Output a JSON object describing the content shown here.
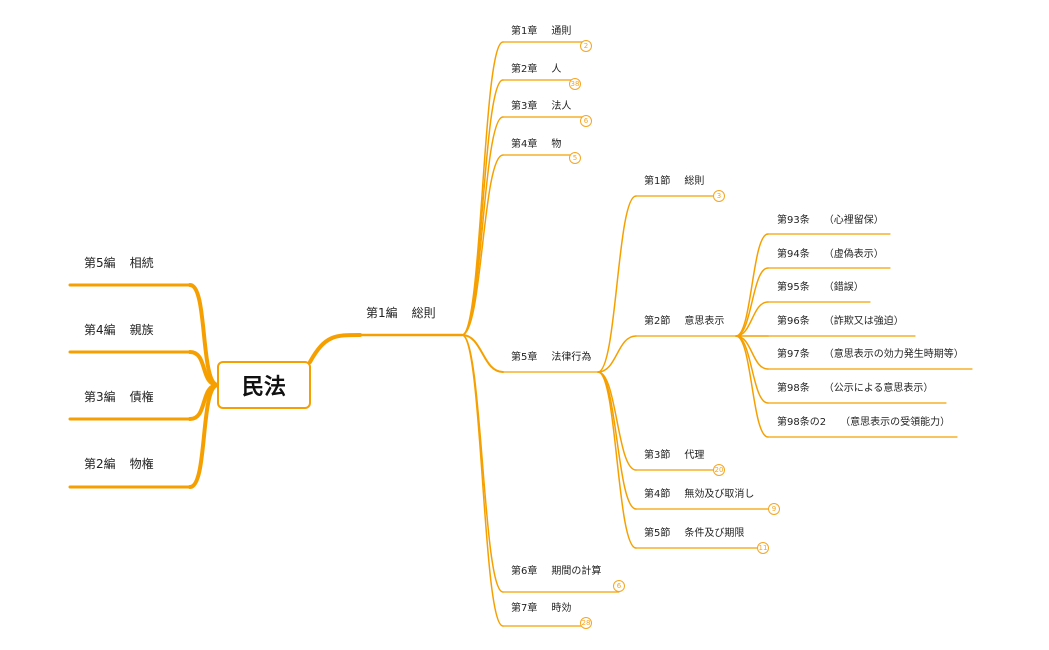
{
  "root": {
    "label": "民法"
  },
  "colors": {
    "branch": "#f5a000",
    "badge": "#f5a623"
  },
  "left_nodes": [
    {
      "label_a": "第5編",
      "label_b": "相続"
    },
    {
      "label_a": "第4編",
      "label_b": "親族"
    },
    {
      "label_a": "第3編",
      "label_b": "債権"
    },
    {
      "label_a": "第2編",
      "label_b": "物権"
    }
  ],
  "book1": {
    "label_a": "第1編",
    "label_b": "総則"
  },
  "chapters": [
    {
      "label_a": "第1章",
      "label_b": "通則",
      "badge": "2"
    },
    {
      "label_a": "第2章",
      "label_b": "人",
      "badge": "38"
    },
    {
      "label_a": "第3章",
      "label_b": "法人",
      "badge": "6"
    },
    {
      "label_a": "第4章",
      "label_b": "物",
      "badge": "5"
    },
    {
      "label_a": "第5章",
      "label_b": "法律行為",
      "badge": ""
    },
    {
      "label_a": "第6章",
      "label_b": "期間の計算",
      "badge": "6"
    },
    {
      "label_a": "第7章",
      "label_b": "時効",
      "badge": "28"
    }
  ],
  "sections": [
    {
      "label_a": "第1節",
      "label_b": "総則",
      "badge": "3"
    },
    {
      "label_a": "第2節",
      "label_b": "意思表示",
      "badge": ""
    },
    {
      "label_a": "第3節",
      "label_b": "代理",
      "badge": "20"
    },
    {
      "label_a": "第4節",
      "label_b": "無効及び取消し",
      "badge": "9"
    },
    {
      "label_a": "第5節",
      "label_b": "条件及び期限",
      "badge": "11"
    }
  ],
  "articles": [
    {
      "label_a": "第93条",
      "label_b": "（心裡留保）"
    },
    {
      "label_a": "第94条",
      "label_b": "（虚偽表示）"
    },
    {
      "label_a": "第95条",
      "label_b": "（錯誤）"
    },
    {
      "label_a": "第96条",
      "label_b": "（詐欺又は強迫）"
    },
    {
      "label_a": "第97条",
      "label_b": "（意思表示の効力発生時期等）"
    },
    {
      "label_a": "第98条",
      "label_b": "（公示による意思表示）"
    },
    {
      "label_a": "第98条の2",
      "label_b": "（意思表示の受領能力）"
    }
  ]
}
